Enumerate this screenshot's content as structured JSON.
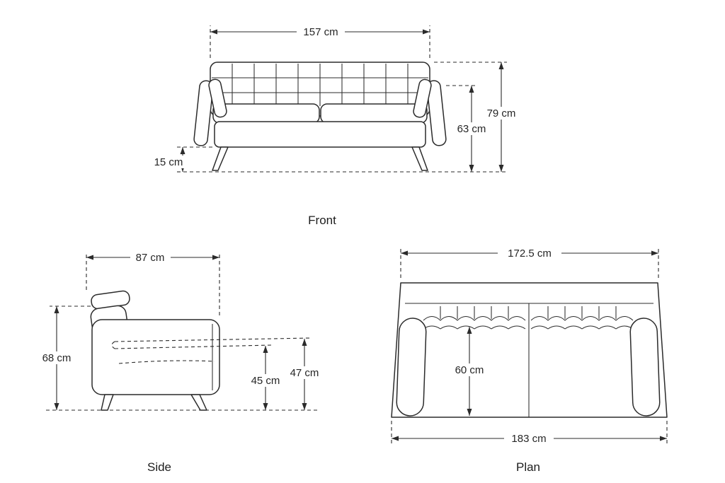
{
  "colors": {
    "ink": "#2b2b2b",
    "background": "#ffffff"
  },
  "views": {
    "front": {
      "label": "Front",
      "dims": {
        "width": "157 cm",
        "total_height": "79 cm",
        "back_height": "63 cm",
        "leg_height": "15 cm"
      }
    },
    "side": {
      "label": "Side",
      "dims": {
        "depth": "87 cm",
        "total_height": "68 cm",
        "seat_height": "45 cm",
        "cushion_height": "47 cm"
      }
    },
    "plan": {
      "label": "Plan",
      "dims": {
        "inner_width": "172.5 cm",
        "seat_depth": "60 cm",
        "overall_width": "183 cm"
      }
    }
  }
}
